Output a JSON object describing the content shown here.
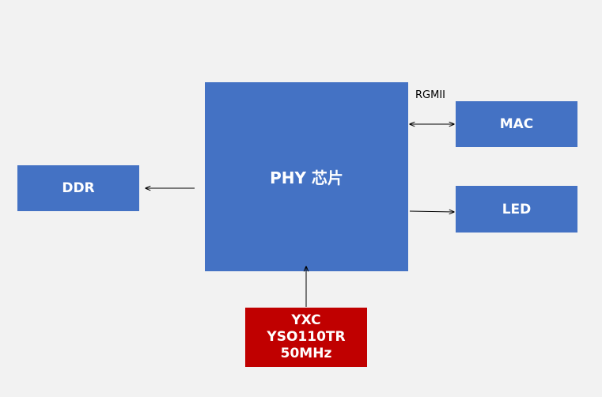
{
  "colors": {
    "background": "#f2f2f2",
    "block_blue": "#4472c4",
    "block_red": "#c00000",
    "text_white": "#ffffff",
    "line_black": "#000000"
  },
  "blocks": {
    "phy": {
      "label": "PHY 芯片"
    },
    "ddr": {
      "label": "DDR"
    },
    "mac": {
      "label": "MAC"
    },
    "led": {
      "label": "LED"
    },
    "crystal": {
      "lines": [
        "YXC",
        "YSO110TR",
        "50MHz"
      ]
    }
  },
  "connections": {
    "rgmii": {
      "label": "RGMII"
    }
  }
}
